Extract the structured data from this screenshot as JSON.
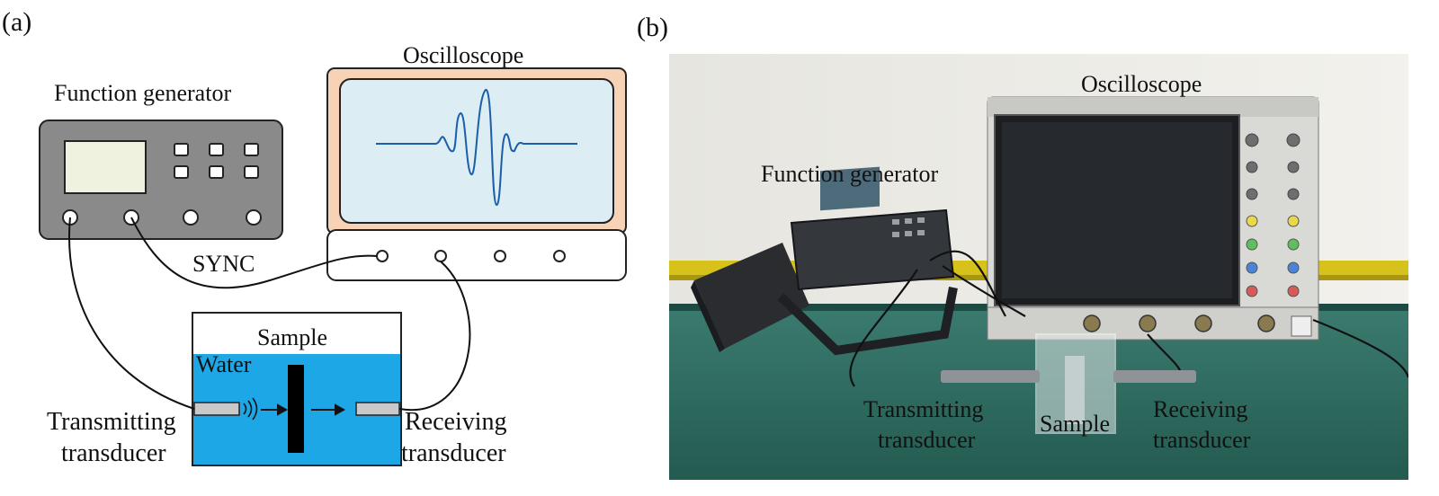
{
  "panels": {
    "a": {
      "letter": "(a)"
    },
    "b": {
      "letter": "(b)"
    }
  },
  "schematic": {
    "function_generator": "Function generator",
    "oscilloscope": "Oscilloscope",
    "sync": "SYNC",
    "sample": "Sample",
    "water": "Water",
    "transmitting": [
      "Transmitting",
      "transducer"
    ],
    "receiving": [
      "Receiving",
      "transducer"
    ]
  },
  "photo": {
    "oscilloscope": "Oscilloscope",
    "function_generator": "Function generator",
    "transmitting": [
      "Transmitting",
      "transducer"
    ],
    "sample": "Sample",
    "receiving": [
      "Receiving",
      "transducer"
    ]
  },
  "colors": {
    "generator_body": "#8a8a8a",
    "scope_frame": "#f8d2b4",
    "scope_screen": "#dcedf3",
    "waveform": "#1a5fa8",
    "water": "#1ea7e6",
    "bench": "#2f6e63",
    "wall": "#ecebe6",
    "rail": "#d6c21a"
  }
}
